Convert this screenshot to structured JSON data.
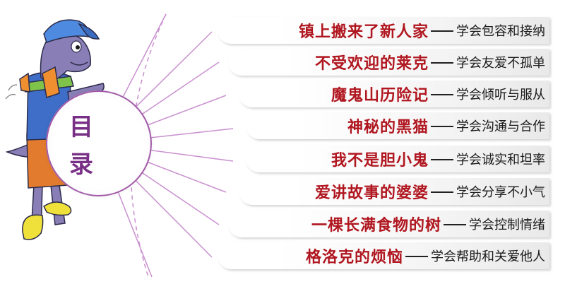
{
  "toc": {
    "heading_chars": [
      "目",
      "录"
    ],
    "entries": [
      {
        "title": "镇上搬来了新人家",
        "subtitle": "学会包容和接纳"
      },
      {
        "title": "不受欢迎的莱克",
        "subtitle": "学会友爱不孤单"
      },
      {
        "title": "魔鬼山历险记",
        "subtitle": "学会倾听与服从"
      },
      {
        "title": "神秘的黑猫",
        "subtitle": "学会沟通与合作"
      },
      {
        "title": "我不是胆小鬼",
        "subtitle": "学会诚实和坦率"
      },
      {
        "title": "爱讲故事的婆婆",
        "subtitle": "学会分享不小气"
      },
      {
        "title": "一棵长满食物的树",
        "subtitle": "学会控制情绪"
      },
      {
        "title": "格洛克的烦恼",
        "subtitle": "学会帮助和关爱他人"
      }
    ]
  },
  "colors": {
    "title": "#b0161f",
    "accent": "#7a2f87",
    "rays": "#c27ec8"
  },
  "illustration": {
    "name": "cartoon-dinosaur-with-toy-plane"
  }
}
